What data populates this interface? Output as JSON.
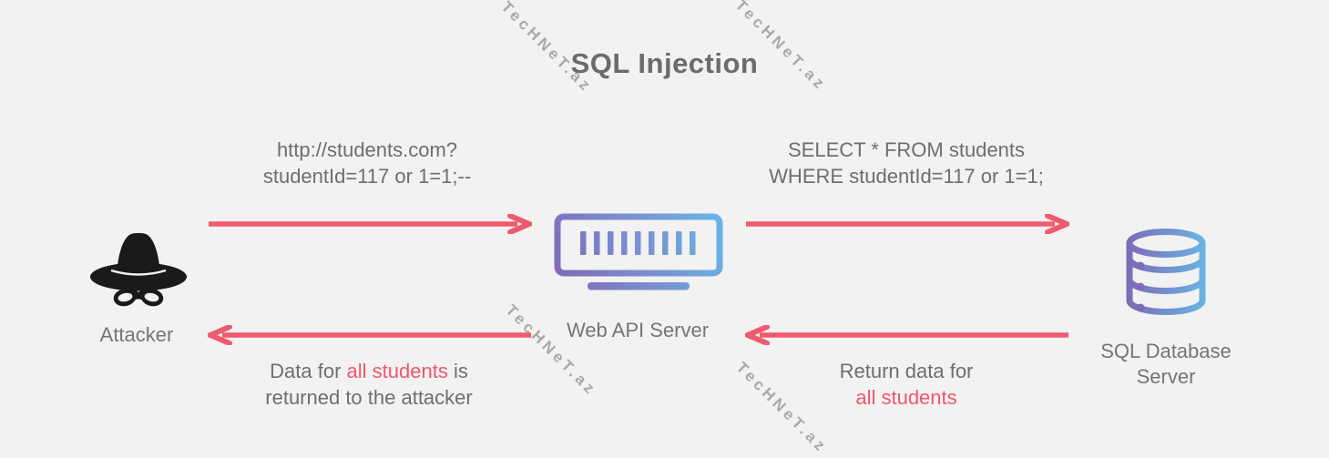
{
  "title": "SQL Injection",
  "watermark": {
    "text": "TecHNeT.az"
  },
  "colors": {
    "background": "#f2f2f2",
    "text_gray": "#6e6e6e",
    "accent_red": "#ee5b6d",
    "highlight_red": "#f0566b",
    "icon_purple": "#7e6cb8",
    "icon_blue": "#66b8e6",
    "watermark_gray": "#9c9c9c",
    "attacker_black": "#1a1a1a"
  },
  "nodes": {
    "attacker": {
      "label": "Attacker",
      "icon": "spy-icon"
    },
    "web_api": {
      "label": "Web API Server",
      "icon": "server-icon"
    },
    "database": {
      "label_line1": "SQL Database",
      "label_line2": "Server",
      "icon": "database-icon"
    }
  },
  "messages": {
    "request": {
      "line1": "http://students.com?",
      "line2": "studentId=117 or 1=1;--"
    },
    "query": {
      "line1": "SELECT * FROM students",
      "line2": "WHERE studentId=117 or 1=1;"
    },
    "db_response": {
      "line1": "Return data for",
      "line2_highlight": "all students"
    },
    "attacker_response": {
      "line1_prefix": "Data for ",
      "line1_highlight": "all students",
      "line1_suffix": " is",
      "line2": "returned to the attacker"
    }
  }
}
